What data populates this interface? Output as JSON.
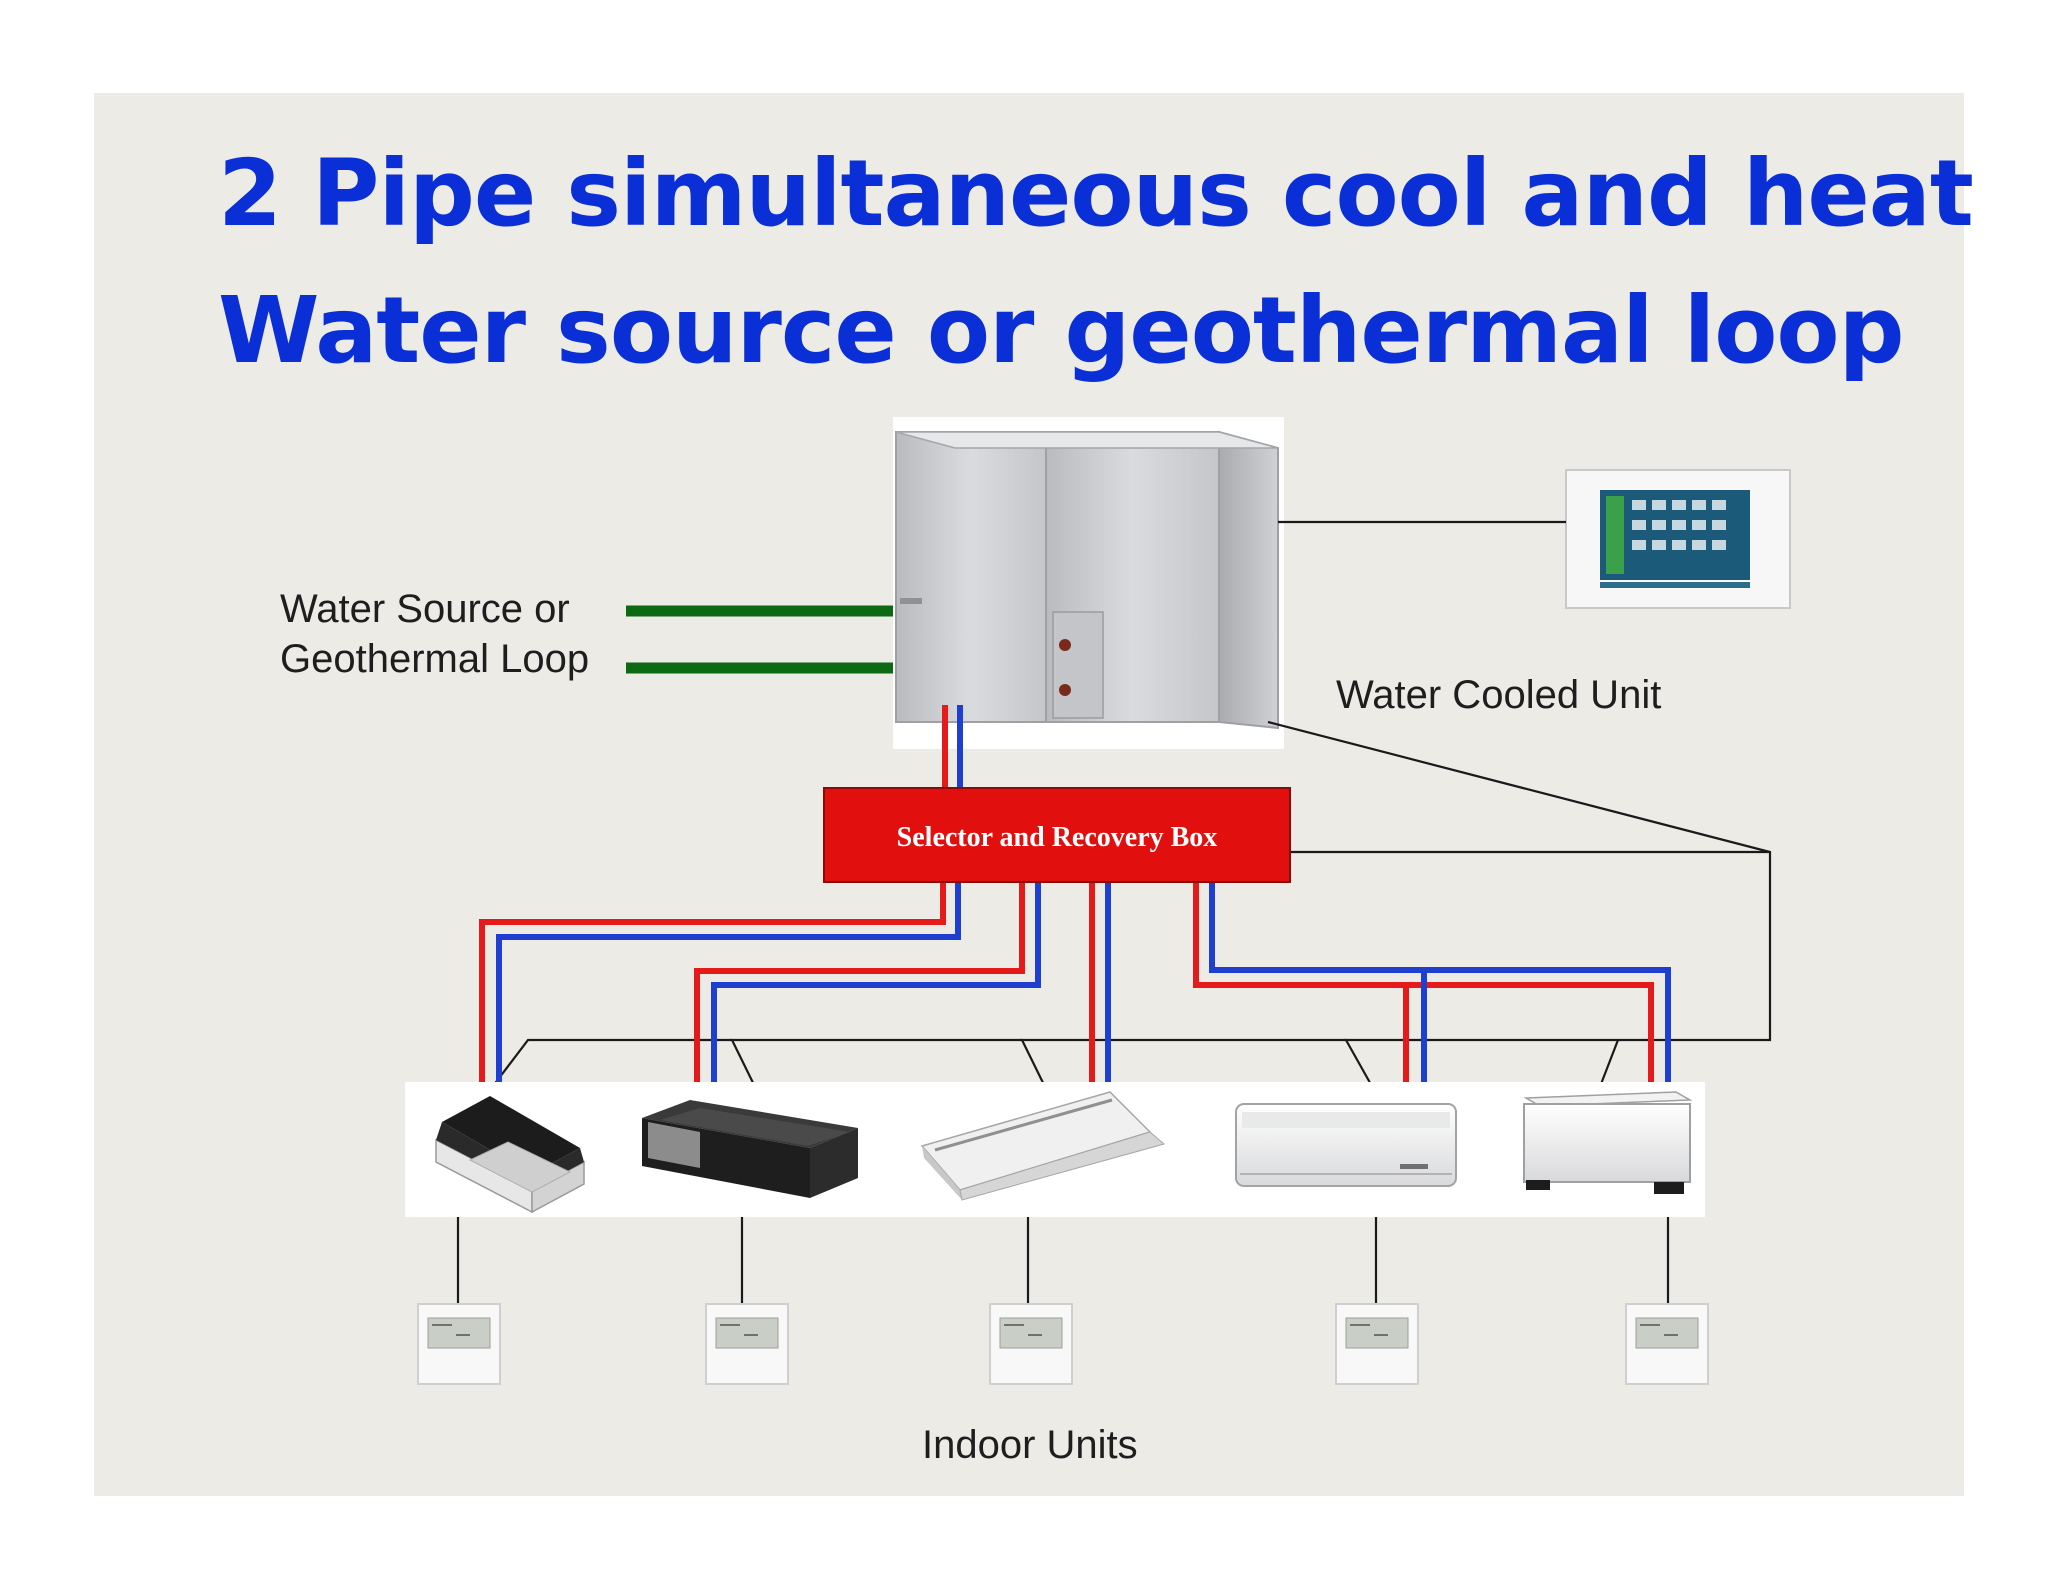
{
  "title": {
    "line1": "2 Pipe simultaneous cool and heat",
    "line2": "Water source or geothermal loop"
  },
  "labels": {
    "water_source_line1": "Water Source or",
    "water_source_line2": "Geothermal Loop",
    "water_cooled_unit": "Water Cooled Unit",
    "selector_box": "Selector and Recovery Box",
    "indoor_units": "Indoor Units"
  },
  "colors": {
    "title": "#0a2fd6",
    "slide_background": "#ecebe6",
    "selector_box": "#e20f0f",
    "hot_pipe": "#e51b1b",
    "cold_pipe": "#1f3fd0",
    "water_pipe": "#0b6a12",
    "control_wire": "#1a1a1a"
  },
  "icons": {
    "outdoor_unit": "water-cooled-unit-icon",
    "central_controller": "touchscreen-controller-icon",
    "indoor_units": [
      "ceiling-cassette-icon",
      "ducted-unit-icon",
      "ceiling-suspended-icon",
      "wall-mounted-icon",
      "floor-console-icon"
    ],
    "remote": "wall-thermostat-icon"
  }
}
